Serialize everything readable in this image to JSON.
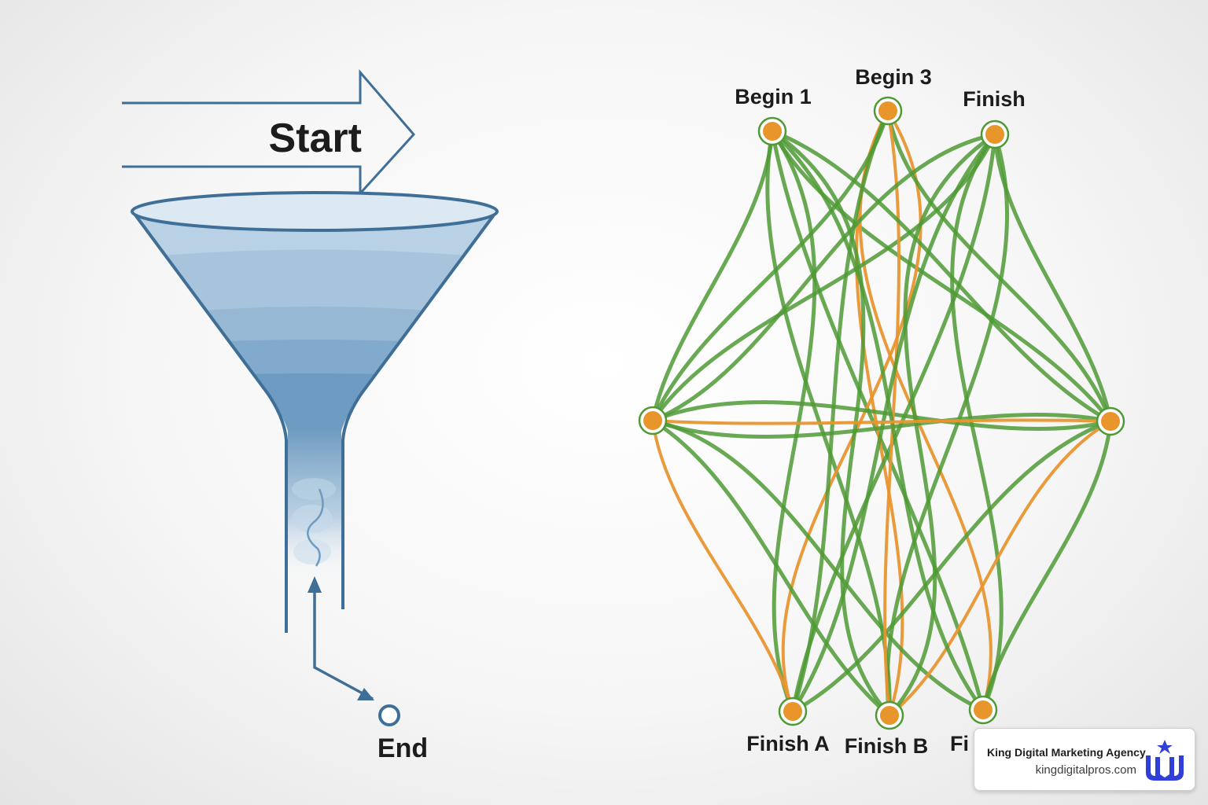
{
  "funnel": {
    "start_label": "Start",
    "end_label": "End",
    "colors": {
      "outline": "#3f6f97",
      "band_light": "#b9d1e4",
      "band_dark": "#6e9bc1"
    }
  },
  "network": {
    "top_labels": [
      "Begin 1",
      "Begin 3",
      "Finish"
    ],
    "bottom_labels": [
      "Finish A",
      "Finish B",
      "Fi"
    ],
    "colors": {
      "green": "#4f9a35",
      "orange": "#e8952f",
      "node": "#e8962c"
    }
  },
  "badge": {
    "name": "King Digital Marketing Agency",
    "url": "kingdigitalpros.com",
    "logo_icon": "crown-logo-icon",
    "accent": "#2f3fd8"
  }
}
